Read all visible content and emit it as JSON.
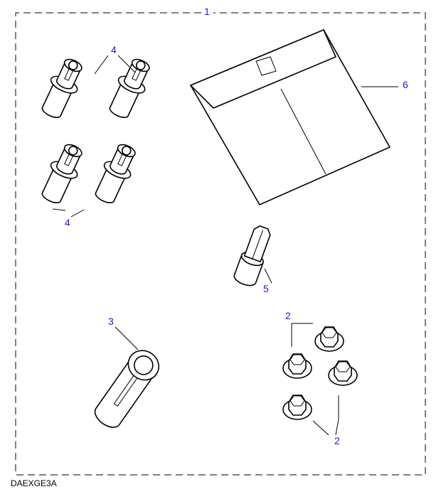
{
  "diagram": {
    "code": "DAEXGE3A",
    "callouts": {
      "frame": "1",
      "locking_nuts_top": "4",
      "locking_nuts_bottom": "4",
      "pouch": "6",
      "key": "5",
      "socket_tool": "3",
      "nuts_top": "2",
      "nuts_bottom": "2"
    },
    "colors": {
      "callout": "#1a1ac8",
      "line": "#000000"
    }
  }
}
